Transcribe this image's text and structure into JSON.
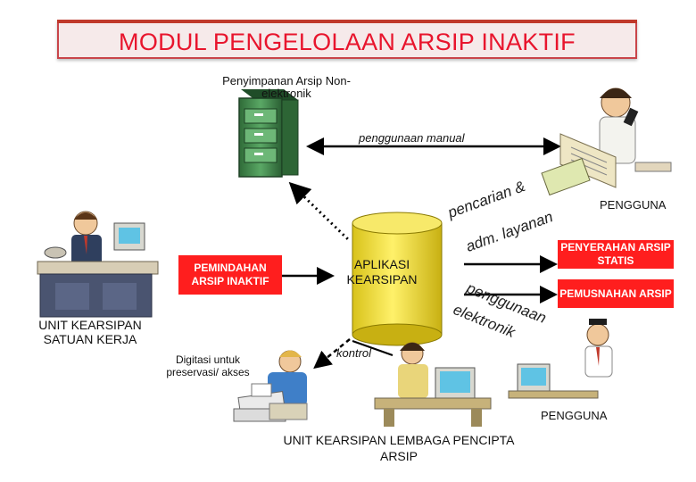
{
  "title": "MODUL PENGELOLAAN ARSIP INAKTIF",
  "storage_label": "Penyimpanan Arsip Non-elektronik",
  "manual_use": "penggunaan manual",
  "pencarian": "pencarian &",
  "adm_layanan": "adm. layanan",
  "pengguna_top": "PENGGUNA",
  "penyerahan": "PENYERAHAN ARSIP STATIS",
  "pemusnahan": "PEMUSNAHAN ARSIP",
  "pemindahan": "PEMINDAHAN ARSIP INAKTIF",
  "aplikasi": "APLIKASI KEARSIPAN",
  "penggunaan": "penggunaan",
  "elektronik": "elektronik",
  "unit_satuan": "UNIT KEARSIPAN SATUAN KERJA",
  "digitasi": "Digitasi untuk preservasi/ akses",
  "kontrol": "kontrol",
  "pengguna_bottom": "PENGGUNA",
  "unit_lembaga": "UNIT KEARSIPAN LEMBAGA PENCIPTA ARSIP",
  "colors": {
    "title_red": "#e8152d",
    "box_red": "#ff1e1e",
    "cylinder_yellow": "#f5e43b",
    "cabinet_green": "#3f8a4a"
  }
}
